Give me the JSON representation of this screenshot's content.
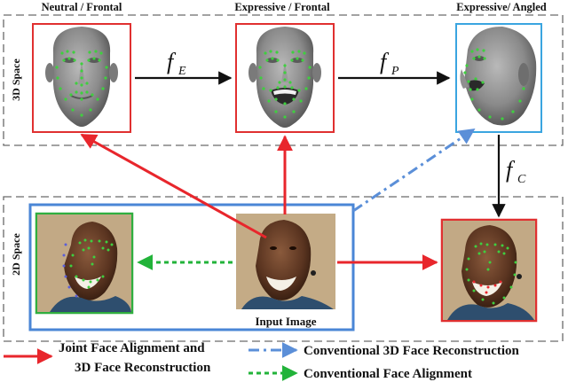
{
  "headers": {
    "neutral_frontal": "Neutral / Frontal",
    "expressive_frontal": "Expressive / Frontal",
    "expressive_angled": "Expressive/ Angled"
  },
  "spaces": {
    "space_3d": "3D Space",
    "space_2d": "2D Space"
  },
  "functions": {
    "f_e": {
      "base": "f",
      "sub": "E"
    },
    "f_p": {
      "base": "f",
      "sub": "P"
    },
    "f_c": {
      "base": "f",
      "sub": "C"
    }
  },
  "input_caption": "Input Image",
  "legend": {
    "joint_line1": "Joint Face Alignment and",
    "joint_line2": "3D Face Reconstruction",
    "conv_3d": "Conventional 3D Face Reconstruction",
    "conv_align": "Conventional Face Alignment"
  },
  "colors": {
    "red": "#e8262c",
    "blue": "#5b8fd8",
    "green": "#22b33a",
    "box_red": "#e03030",
    "box_blue": "#3aa5e0",
    "box_green": "#2fae3f",
    "landmark": "#3fcf3f"
  }
}
